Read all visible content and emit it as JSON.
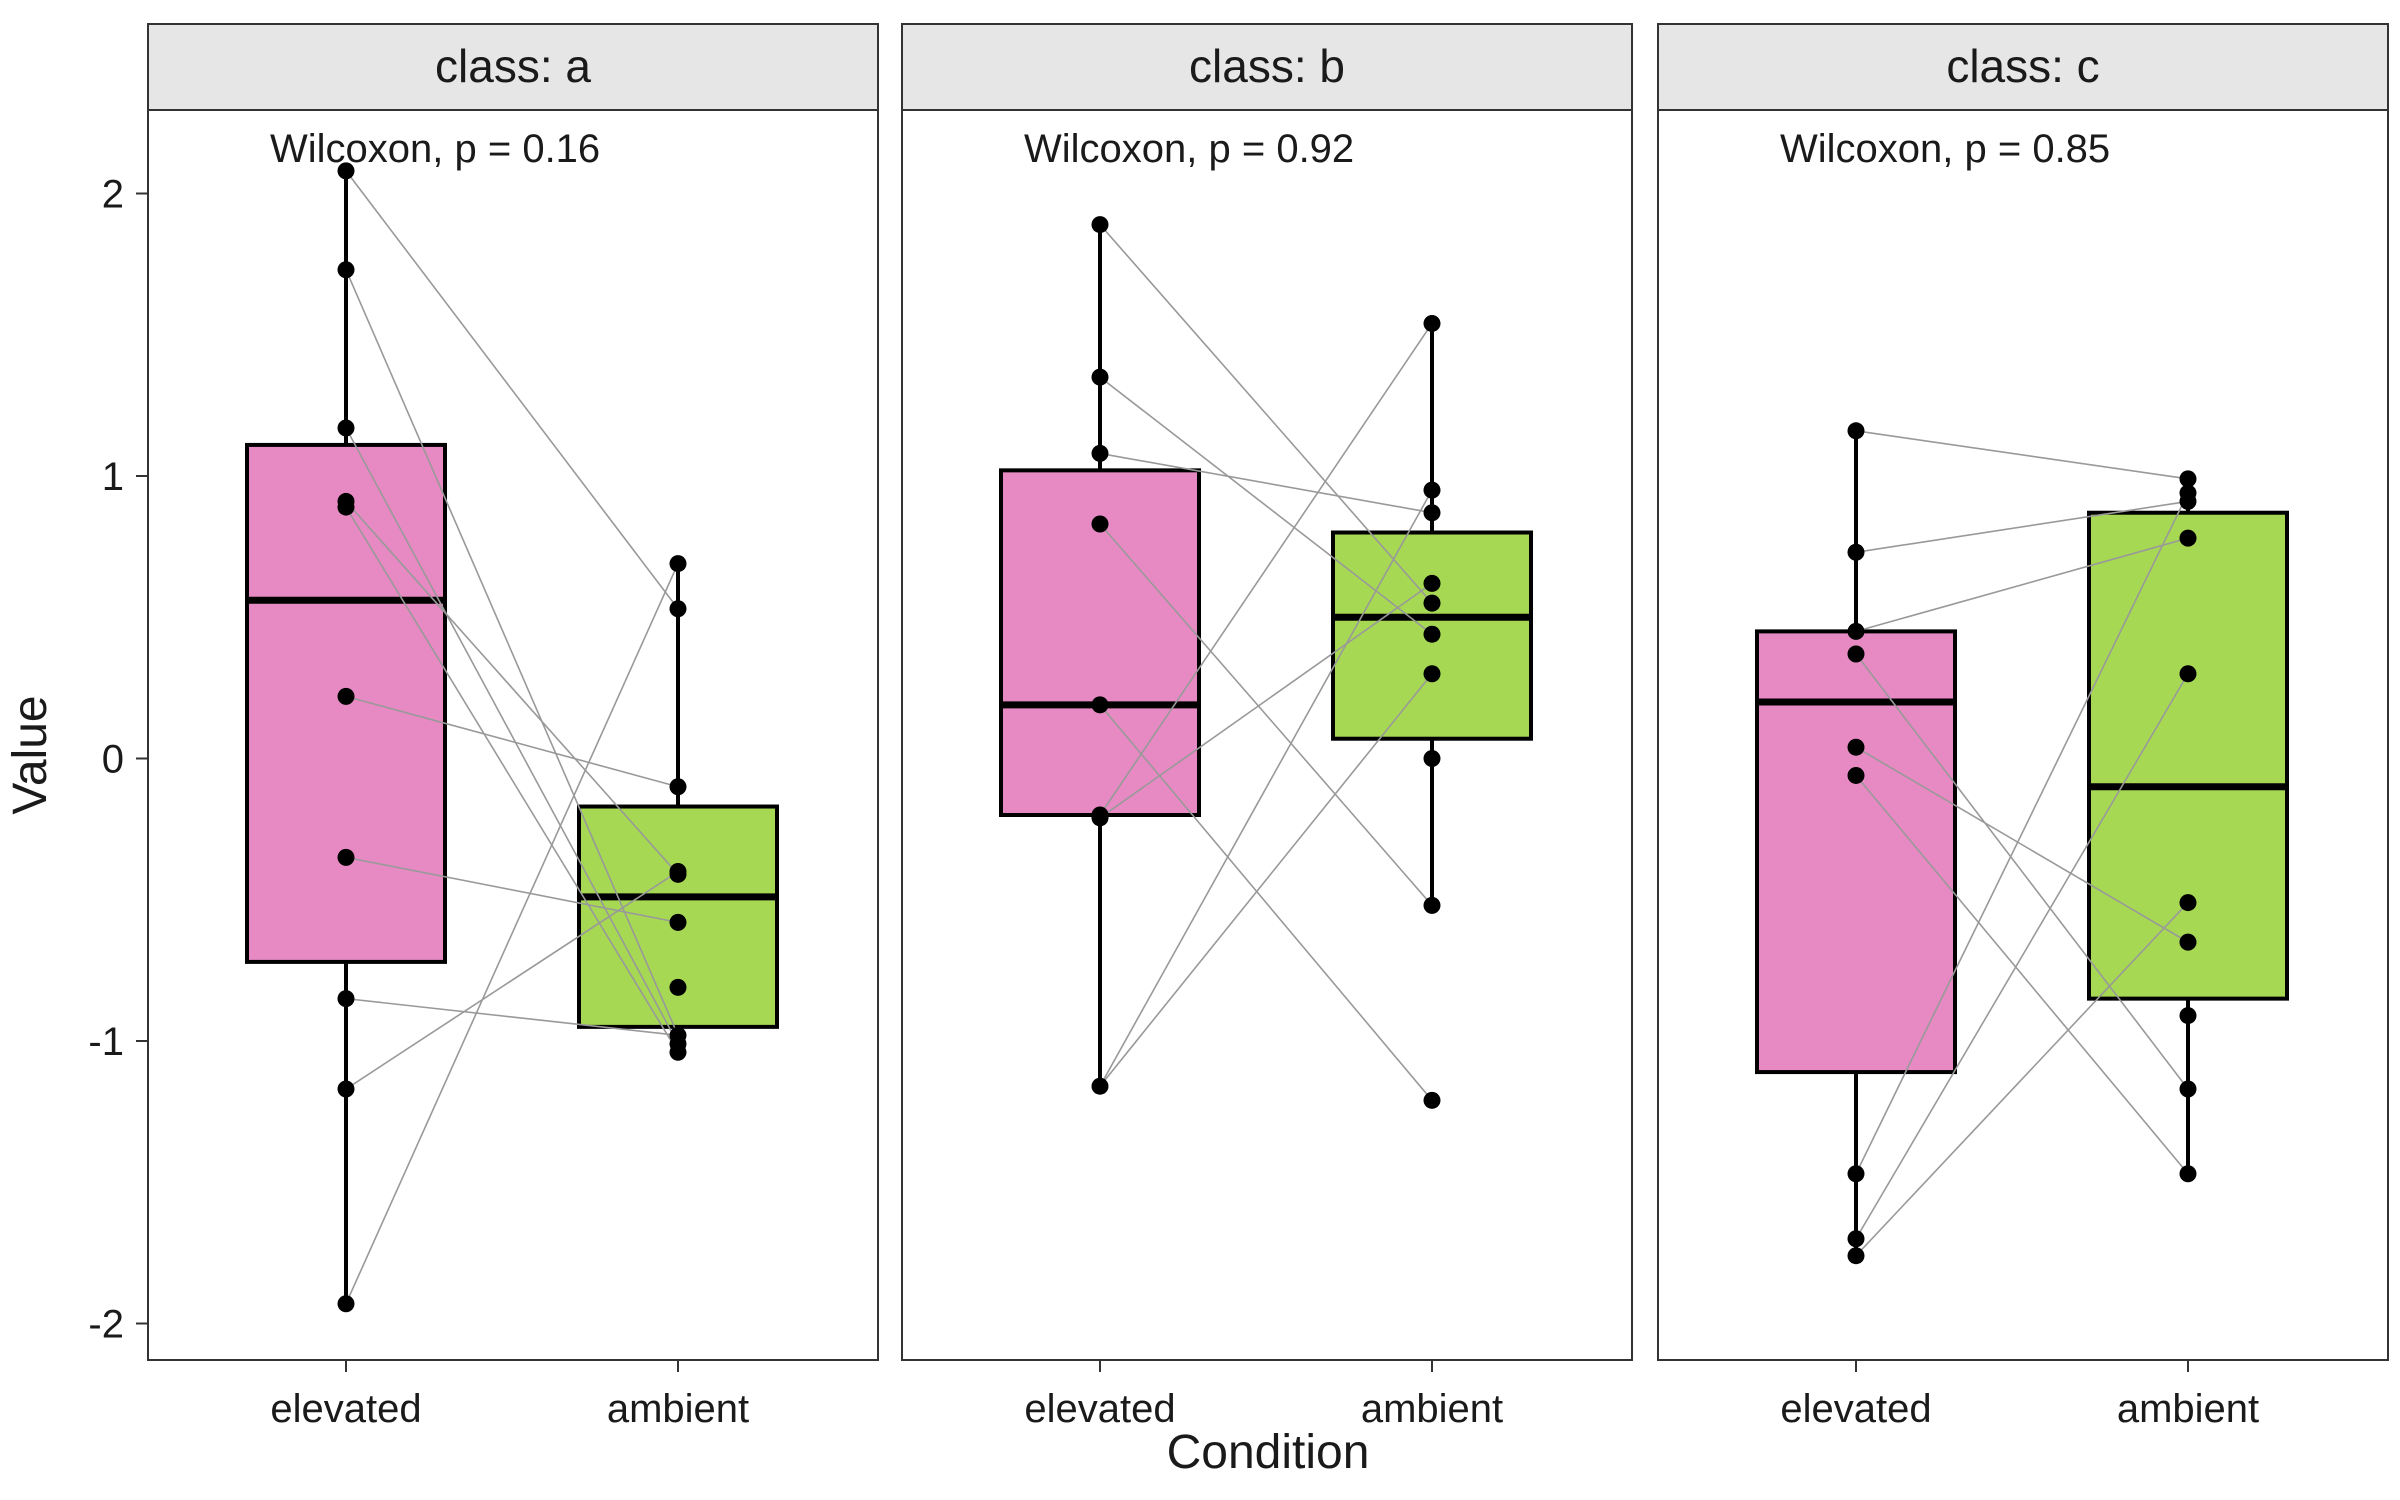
{
  "chart_data": {
    "type": "boxplot",
    "xlabel": "Condition",
    "ylabel": "Value",
    "ylim": [
      -2.15,
      2.3
    ],
    "yticks": [
      -2,
      -1,
      0,
      1,
      2
    ],
    "conditions": [
      "elevated",
      "ambient"
    ],
    "colors": {
      "elevated": "#e78ac3",
      "ambient": "#a6d854"
    },
    "panels": [
      {
        "title": "class: a",
        "annotation": "Wilcoxon, p = 0.16",
        "box_stats": {
          "elevated": {
            "whisker_low": -1.93,
            "q1": -0.72,
            "median": 0.56,
            "q3": 1.11,
            "whisker_high": 2.08
          },
          "ambient": {
            "whisker_low": -1.04,
            "q1": -0.95,
            "median": -0.49,
            "q3": -0.17,
            "whisker_high": 0.69
          }
        },
        "points": {
          "elevated": [
            2.08,
            1.73,
            1.17,
            0.91,
            0.89,
            0.22,
            -0.35,
            -0.85,
            -1.17,
            -1.93
          ],
          "ambient": [
            0.69,
            0.53,
            -0.1,
            -0.4,
            -0.41,
            -0.58,
            -0.81,
            -0.98,
            -1.01,
            -1.04
          ]
        },
        "pairs": [
          [
            2.08,
            0.53
          ],
          [
            1.73,
            -0.98
          ],
          [
            1.17,
            -1.01
          ],
          [
            0.91,
            -0.41
          ],
          [
            0.89,
            -1.04
          ],
          [
            0.22,
            -0.1
          ],
          [
            -0.35,
            -0.58
          ],
          [
            -0.85,
            -0.98
          ],
          [
            -1.17,
            -0.4
          ],
          [
            -1.93,
            0.69
          ]
        ]
      },
      {
        "title": "class: b",
        "annotation": "Wilcoxon, p = 0.92",
        "box_stats": {
          "elevated": {
            "whisker_low": -1.16,
            "q1": -0.2,
            "median": 0.19,
            "q3": 1.02,
            "whisker_high": 1.89
          },
          "ambient": {
            "whisker_low": -0.52,
            "q1": 0.07,
            "median": 0.5,
            "q3": 0.8,
            "whisker_high": 1.54
          }
        },
        "points": {
          "elevated": [
            1.89,
            1.35,
            1.08,
            0.83,
            0.19,
            -0.2,
            -0.21,
            -1.16
          ],
          "ambient": [
            1.54,
            0.95,
            0.87,
            0.62,
            0.55,
            0.44,
            0.3,
            0.0,
            -0.52,
            -1.21
          ]
        },
        "pairs": [
          [
            1.89,
            0.55
          ],
          [
            1.35,
            0.44
          ],
          [
            1.08,
            0.87
          ],
          [
            0.83,
            -0.52
          ],
          [
            0.19,
            -1.21
          ],
          [
            -0.2,
            1.54
          ],
          [
            -0.21,
            0.62
          ],
          [
            -1.16,
            0.95
          ],
          [
            -1.16,
            0.3
          ]
        ]
      },
      {
        "title": "class: c",
        "annotation": "Wilcoxon, p = 0.85",
        "box_stats": {
          "elevated": {
            "whisker_low": -1.76,
            "q1": -1.11,
            "median": 0.2,
            "q3": 0.45,
            "whisker_high": 1.16
          },
          "ambient": {
            "whisker_low": -1.47,
            "q1": -0.85,
            "median": -0.1,
            "q3": 0.87,
            "whisker_high": 0.99
          }
        },
        "points": {
          "elevated": [
            1.16,
            0.73,
            0.45,
            0.37,
            0.04,
            -0.06,
            -1.47,
            -1.7,
            -1.76
          ],
          "ambient": [
            0.99,
            0.94,
            0.91,
            0.78,
            0.3,
            -0.51,
            -0.65,
            -0.91,
            -1.17,
            -1.47
          ]
        },
        "pairs": [
          [
            1.16,
            0.99
          ],
          [
            0.73,
            0.91
          ],
          [
            0.45,
            0.78
          ],
          [
            0.37,
            -1.17
          ],
          [
            0.04,
            -0.65
          ],
          [
            -0.06,
            -1.47
          ],
          [
            -1.47,
            0.94
          ],
          [
            -1.7,
            0.3
          ],
          [
            -1.76,
            -0.51
          ]
        ]
      }
    ]
  }
}
